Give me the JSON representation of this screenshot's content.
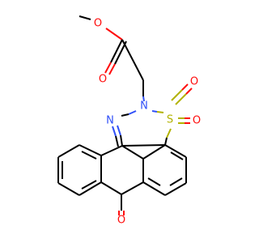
{
  "molecule": {
    "atoms": {
      "ester_o_methyl": {
        "symbol": "O",
        "color": "#ff0d0d"
      },
      "carbonyl_o_ester": {
        "symbol": "O",
        "color": "#ff0d0d"
      },
      "ring_n_sulfonyl": {
        "symbol": "N",
        "color": "#3050f8"
      },
      "ring_n_imine": {
        "symbol": "N",
        "color": "#3050f8"
      },
      "sulfur": {
        "symbol": "S",
        "color": "#b2b200"
      },
      "sulfonyl_o_upper": {
        "symbol": "O",
        "color": "#ff0d0d"
      },
      "sulfonyl_o_lower": {
        "symbol": "O",
        "color": "#ff0d0d"
      },
      "ketone_o": {
        "symbol": "O",
        "color": "#ff0d0d"
      }
    },
    "colors": {
      "bond": "#000000",
      "oxygen": "#ff0d0d",
      "nitrogen": "#3050f8",
      "sulfur": "#b2b200"
    }
  }
}
